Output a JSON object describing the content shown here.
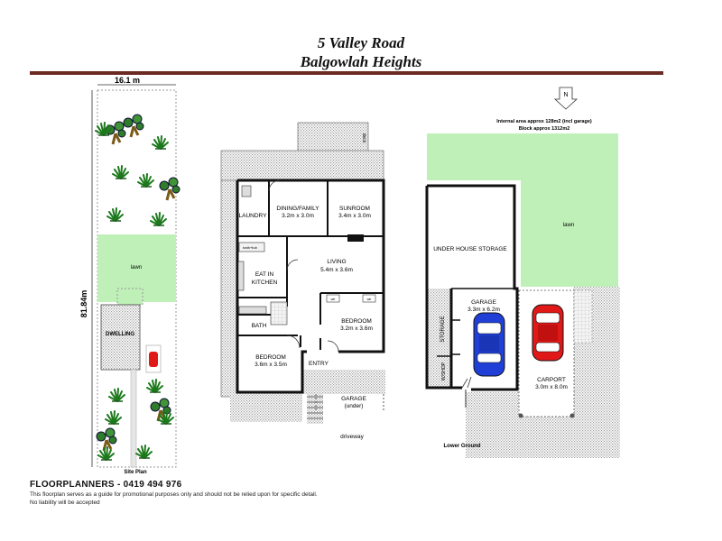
{
  "header": {
    "title_line1": "5 Valley Road",
    "title_line2": "Balgowlah Heights"
  },
  "site_plan": {
    "width_label": "16.1 m",
    "depth_label": "81.84m",
    "lawn": "lawn",
    "dwelling": "DWELLING",
    "caption": "Site Plan"
  },
  "upper_floor": {
    "deck": "deck",
    "driveway": "driveway",
    "rooms": {
      "laundry": "LAUNDRY",
      "dining_name": "DINING/FAMILY",
      "dining_size": "3.2m x 3.0m",
      "sunroom_name": "SUNROOM",
      "sunroom_size": "3.4m x 3.0m",
      "bathtub": "bath+tub",
      "living_name": "LIVING",
      "living_size": "5.4m x 3.6m",
      "kitchen_line1": "EAT IN",
      "kitchen_line2": "KITCHEN",
      "bath": "BATH",
      "bedroom_small_name": "BEDROOM",
      "bedroom_small_size": "3.2m x 3.6m",
      "bedroom_large_name": "BEDROOM",
      "bedroom_large_size": "3.6m x 3.5m",
      "entry": "ENTRY",
      "garage_line1": "GARAGE",
      "garage_line2": "(under)",
      "robe1": "wir",
      "robe2": "wir"
    }
  },
  "lower_ground": {
    "north": "N",
    "area_line1": "Internal area approx 128m2 (incl garage)",
    "area_line2": "Block approx 1312m2",
    "lawn": "lawn",
    "storage_under": "UNDER HOUSE STORAGE",
    "garage_name": "GARAGE",
    "garage_size": "3.3m x 6.2m",
    "storage_side": "STORAGE",
    "workshop": "W/SHOP",
    "carport_name": "CARPORT",
    "carport_size": "3.0m x 8.0m",
    "caption": "Lower Ground"
  },
  "footer": {
    "brand": "FLOORPLANNERS - 0419 494 976",
    "disclaimer1": "This floorplan serves as a guide for promotional purposes only and should not be relied upon for specific detail.",
    "disclaimer2": "No liability will be accepted"
  },
  "colors": {
    "lawn": "#bff0b8",
    "accent": "#6b2a22",
    "car_blue": "#1f3fd6",
    "car_red": "#e01818",
    "wall": "#111111",
    "hatch": "#c8c8c8"
  }
}
